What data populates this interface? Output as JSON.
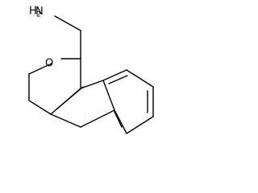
{
  "molecule": {
    "atoms": {
      "amine": {
        "element": "N",
        "hydrogens": "2"
      },
      "ring_oxygen": {
        "element": "O"
      }
    }
  }
}
